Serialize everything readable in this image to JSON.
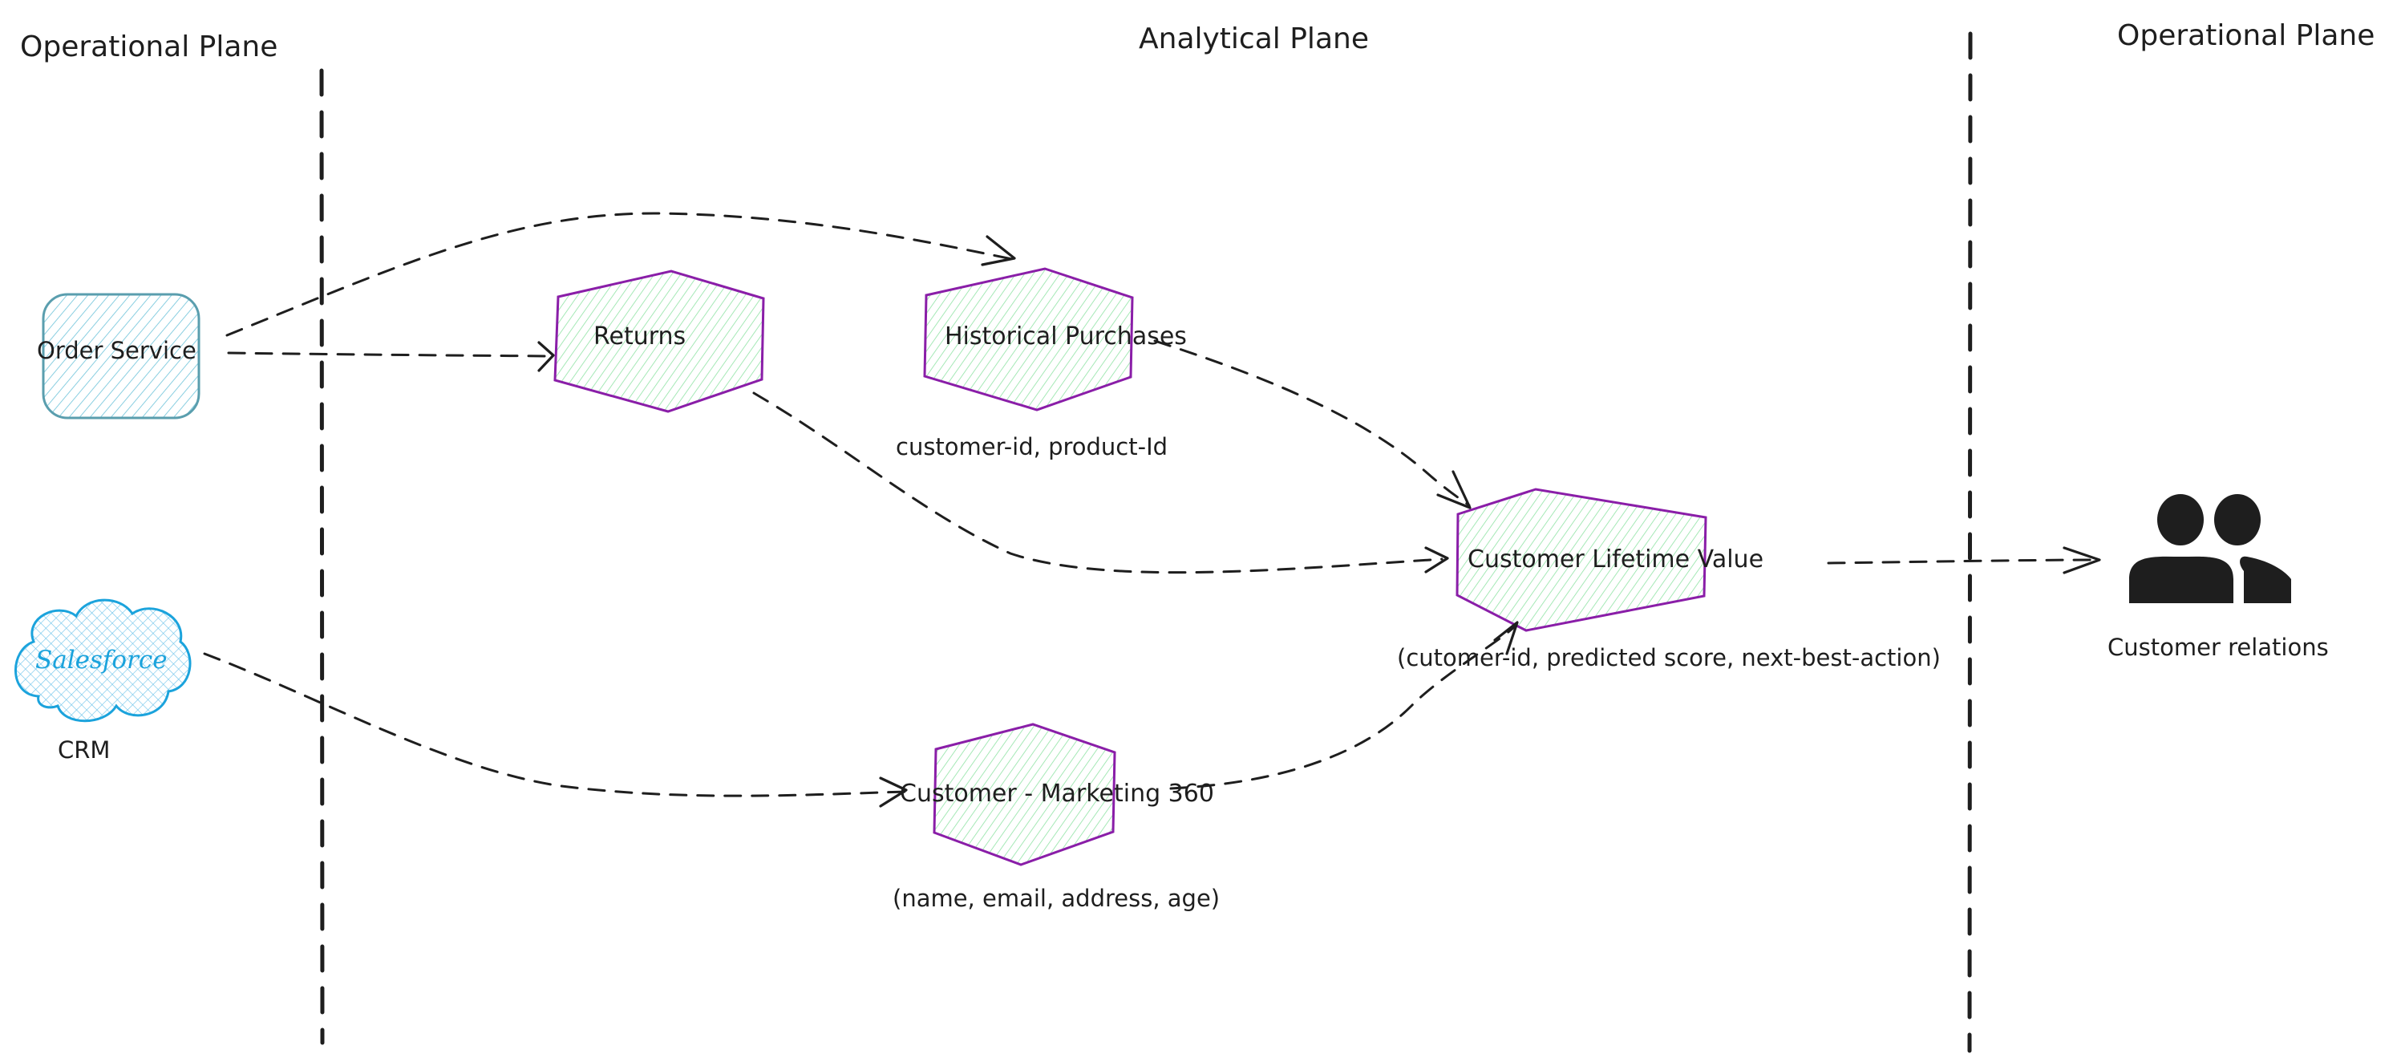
{
  "planes": {
    "left_title": "Operational Plane",
    "center_title": "Analytical Plane",
    "right_title": "Operational Plane"
  },
  "nodes": {
    "order_service": {
      "label": "Order Service",
      "stroke": "#5a9eae",
      "fill": "#7cc9dd"
    },
    "salesforce": {
      "logo_text": "Salesforce",
      "caption": "CRM",
      "stroke": "#1ba3dc",
      "fill": "#1ba3dc"
    },
    "returns": {
      "label": "Returns"
    },
    "historical_purchases": {
      "label": "Historical Purchases",
      "note": "customer-id, product-Id"
    },
    "customer_marketing_360": {
      "label": "Customer - Marketing 360",
      "note": "(name, email, address, age)"
    },
    "customer_lifetime_value": {
      "label": "Customer Lifetime Value",
      "note": "(cutomer-id, predicted score, next-best-action)"
    },
    "customer_relations": {
      "caption": "Customer relations",
      "icon": "users-icon"
    }
  },
  "colors": {
    "data_product_stroke": "#8a1ea8",
    "data_product_fill": "#8fe3a4",
    "edge": "#1e1e1e"
  },
  "edges": [
    {
      "from": "Order Service",
      "to": "Historical Purchases"
    },
    {
      "from": "Order Service",
      "to": "Returns"
    },
    {
      "from": "Returns",
      "to": "Customer Lifetime Value"
    },
    {
      "from": "Historical Purchases",
      "to": "Customer Lifetime Value"
    },
    {
      "from": "Salesforce",
      "to": "Customer - Marketing 360"
    },
    {
      "from": "Customer - Marketing 360",
      "to": "Customer Lifetime Value"
    },
    {
      "from": "Customer Lifetime Value",
      "to": "Customer relations"
    }
  ]
}
